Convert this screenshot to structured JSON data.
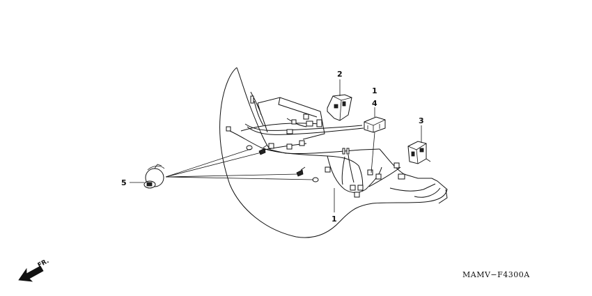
{
  "callouts": [
    {
      "id": "c1a",
      "text": "1"
    },
    {
      "id": "c1b",
      "text": "1"
    },
    {
      "id": "c2",
      "text": "2"
    },
    {
      "id": "c3",
      "text": "3"
    },
    {
      "id": "c4",
      "text": "4"
    },
    {
      "id": "c5",
      "text": "5"
    }
  ],
  "direction_label": "FR.",
  "diagram_code": "MAMV−F4300A",
  "colors": {
    "ink": "#111111",
    "background": "#ffffff"
  }
}
